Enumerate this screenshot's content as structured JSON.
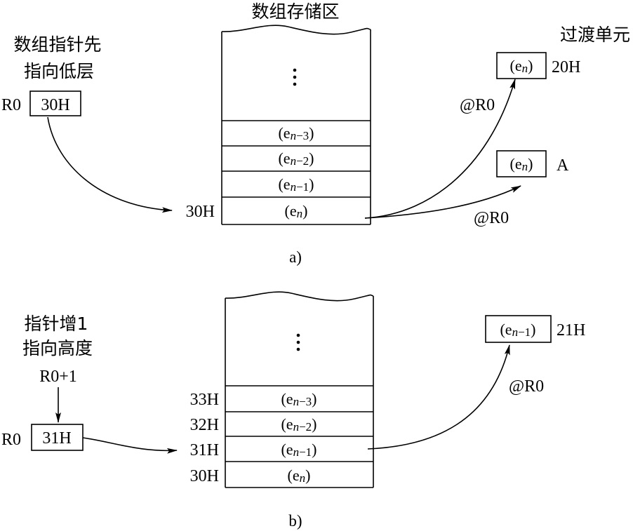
{
  "diagram_a": {
    "title": "数组存储区",
    "pointer_note": [
      "数组指针先",
      "指向低层"
    ],
    "register": "R0",
    "register_value": "30H",
    "cells": [
      {
        "pre": "(e",
        "var": "n",
        "num": "−3",
        "post": ")"
      },
      {
        "pre": "(e",
        "var": "n",
        "num": "−2",
        "post": ")"
      },
      {
        "pre": "(e",
        "var": "n",
        "num": "−1",
        "post": ")"
      },
      {
        "pre": "(e",
        "var": "n",
        "num": "",
        "post": ")"
      }
    ],
    "address_label": "30H",
    "transfer_title": "过渡单元",
    "target_1": {
      "cell": {
        "pre": "(e",
        "var": "n",
        "num": "",
        "post": ")"
      },
      "address": "20H",
      "arrow_label": "@R0"
    },
    "target_2": {
      "cell": {
        "pre": "(e",
        "var": "n",
        "num": "",
        "post": ")"
      },
      "address": "A",
      "arrow_label": "@R0"
    },
    "caption": "a)"
  },
  "diagram_b": {
    "pointer_note": [
      "指针增1",
      "指向高度"
    ],
    "increment": "R0+1",
    "register": "R0",
    "register_value": "31H",
    "cells": [
      {
        "pre": "(e",
        "var": "n",
        "num": "−3",
        "post": ")"
      },
      {
        "pre": "(e",
        "var": "n",
        "num": "−2",
        "post": ")"
      },
      {
        "pre": "(e",
        "var": "n",
        "num": "−1",
        "post": ")"
      },
      {
        "pre": "(e",
        "var": "n",
        "num": "",
        "post": ")"
      }
    ],
    "addresses": [
      "33H",
      "32H",
      "31H",
      "30H"
    ],
    "target": {
      "cell": {
        "pre": "(e",
        "var": "n",
        "num": "−1",
        "post": ")"
      },
      "address": "21H",
      "arrow_label": "@R0"
    },
    "caption": "b)"
  }
}
